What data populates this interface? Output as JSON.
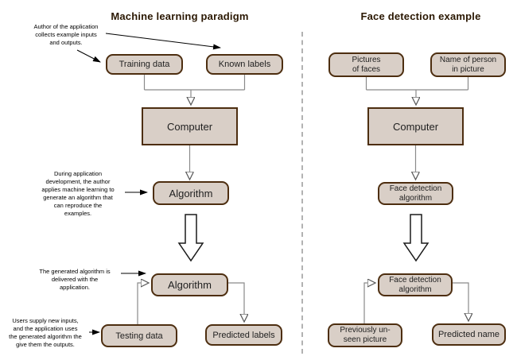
{
  "left_panel": {
    "title": "Machine learning paradigm",
    "annotations": {
      "collect_examples": "Author of the application\ncollects example inputs\nand outputs.",
      "during_development": "During application\ndevelopment, the author\napplies machine learning to\ngenerate an algorithm that\ncan reproduce the\nexamples.",
      "delivered": "The generated algorithm is\ndelivered with the\napplication.",
      "users_supply": "Users supply new inputs,\nand the application uses\nthe generated algorithm the\ngive them the outputs."
    },
    "nodes": {
      "training_data": "Training data",
      "known_labels": "Known labels",
      "computer": "Computer",
      "algorithm_dev": "Algorithm",
      "algorithm_deploy": "Algorithm",
      "testing_data": "Testing data",
      "predicted_labels": "Predicted labels"
    }
  },
  "right_panel": {
    "title": "Face detection example",
    "nodes": {
      "pictures_of_faces": "Pictures\nof faces",
      "name_of_person": "Name of person\nin picture",
      "computer": "Computer",
      "fd_algorithm_dev": "Face detection\nalgorithm",
      "fd_algorithm_deploy": "Face detection\nalgorithm",
      "previously_unseen": "Previously un-\nseen picture",
      "predicted_name": "Predicted name"
    }
  },
  "colors": {
    "node_fill": "#d9cfc7",
    "node_border": "#4d2e10",
    "connector": "#8a8a8a",
    "annotation_arrow": "#000000",
    "title_text": "#2b1803",
    "divider": "#999999"
  }
}
